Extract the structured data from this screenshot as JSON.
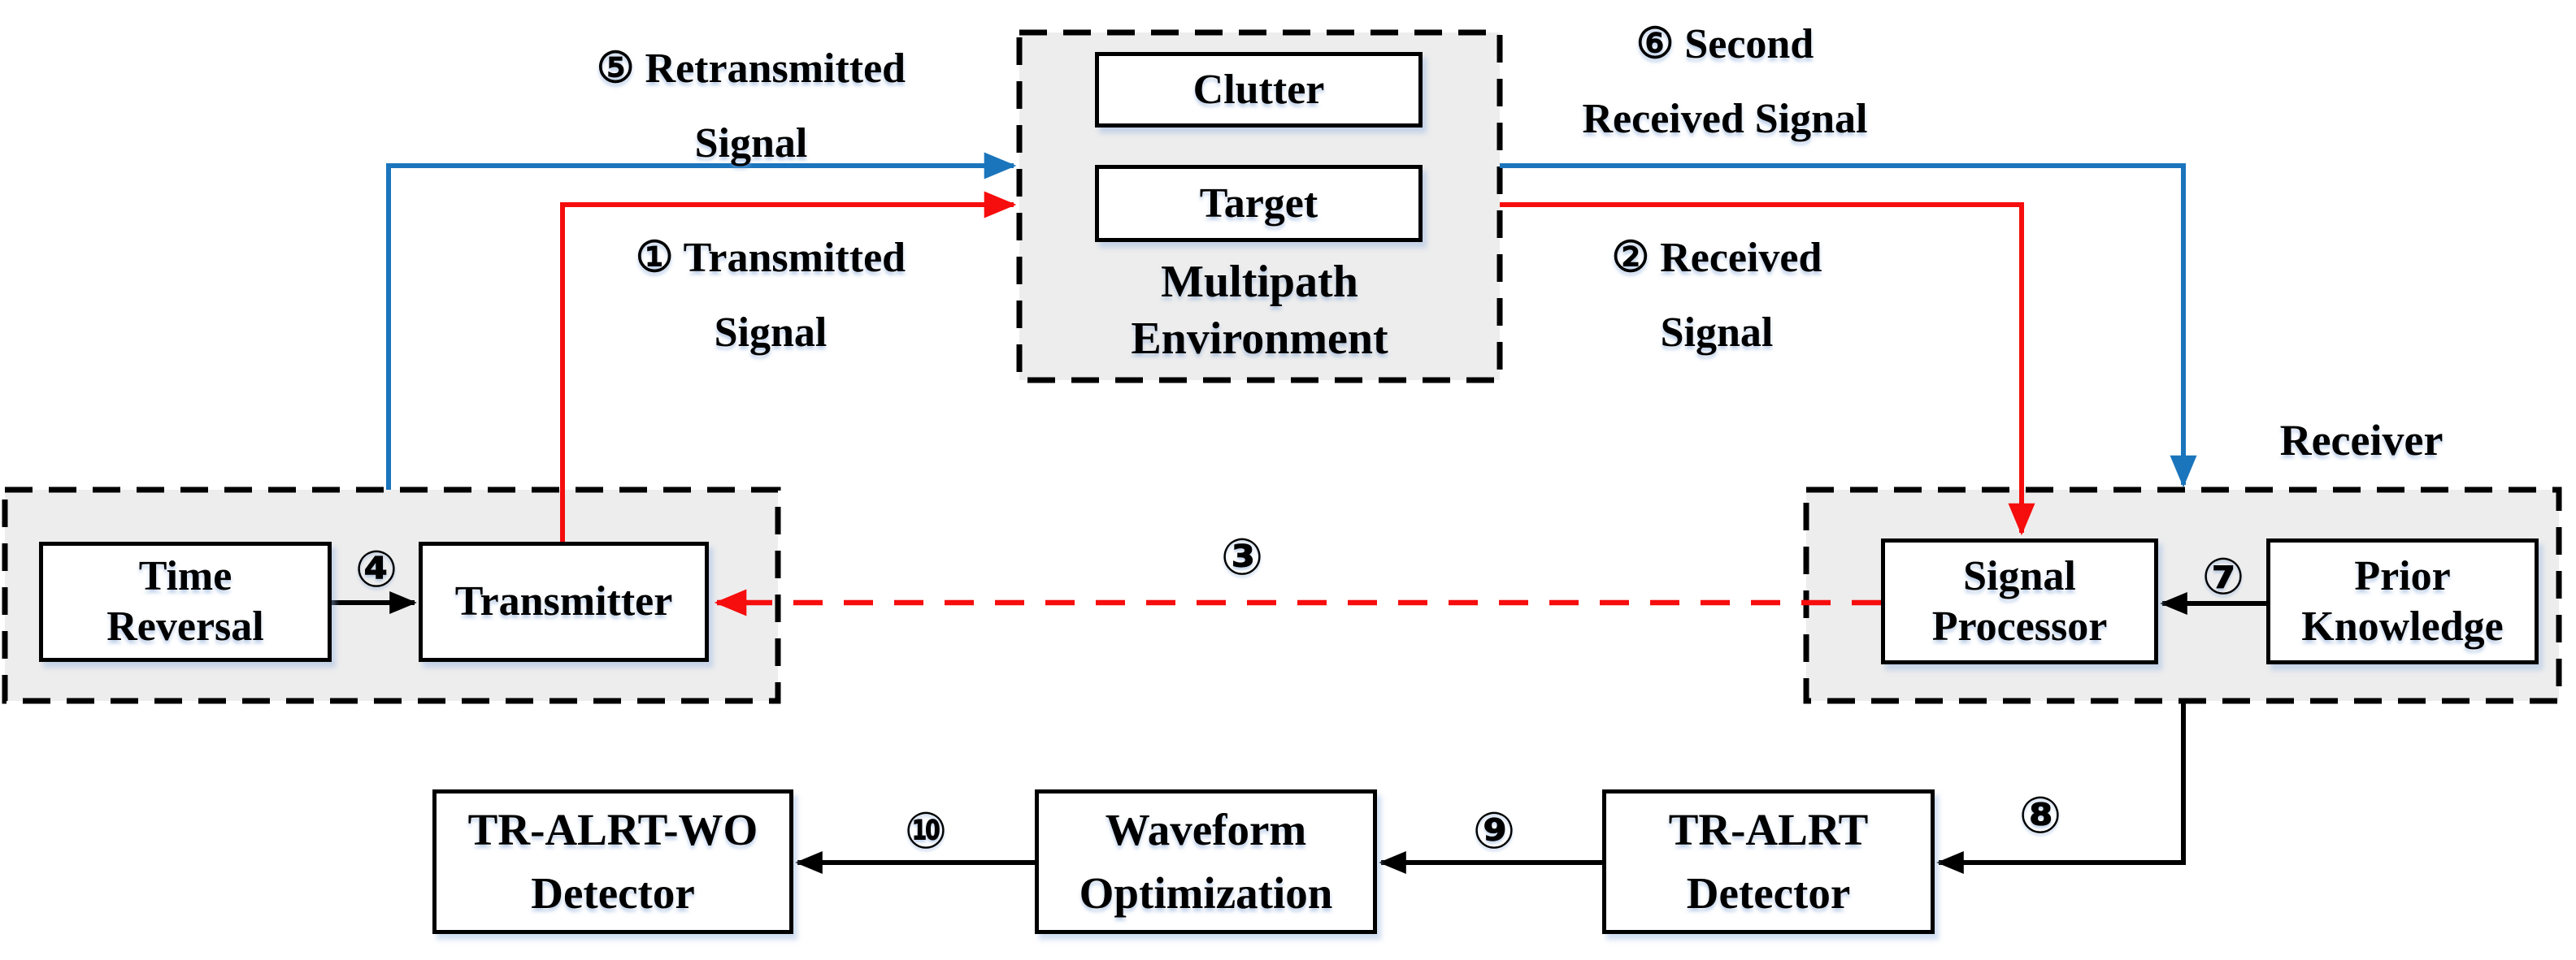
{
  "colors": {
    "blue": "#1B75BC",
    "red": "#F60D0D",
    "black": "#000000",
    "panel_fill": "#EDEDED"
  },
  "boxes": {
    "clutter": "Clutter",
    "target": "Target",
    "multipath_caption": {
      "line1": "Multipath",
      "line2": "Environment"
    },
    "time_reversal": {
      "line1": "Time",
      "line2": "Reversal"
    },
    "transmitter": "Transmitter",
    "signal_processor": {
      "line1": "Signal",
      "line2": "Processor"
    },
    "prior_knowledge": {
      "line1": "Prior",
      "line2": "Knowledge"
    },
    "tr_alrt_wo": {
      "line1": "TR-ALRT-WO",
      "line2": "Detector"
    },
    "waveform": {
      "line1": "Waveform",
      "line2": "Optimization"
    },
    "tr_alrt": {
      "line1": "TR-ALRT",
      "line2": "Detector"
    }
  },
  "labels": {
    "receiver": "Receiver",
    "retransmitted": {
      "line1": "⑤ Retransmitted",
      "line2": "Signal"
    },
    "second_received": {
      "line1": "⑥ Second",
      "line2": "Received Signal"
    },
    "transmitted": {
      "line1": "① Transmitted",
      "line2": "Signal"
    },
    "received": {
      "line1": "② Received",
      "line2": "Signal"
    }
  },
  "numbers": {
    "n3": "③",
    "n4": "④",
    "n7": "⑦",
    "n8": "⑧",
    "n9": "⑨",
    "n10": "⑩"
  }
}
